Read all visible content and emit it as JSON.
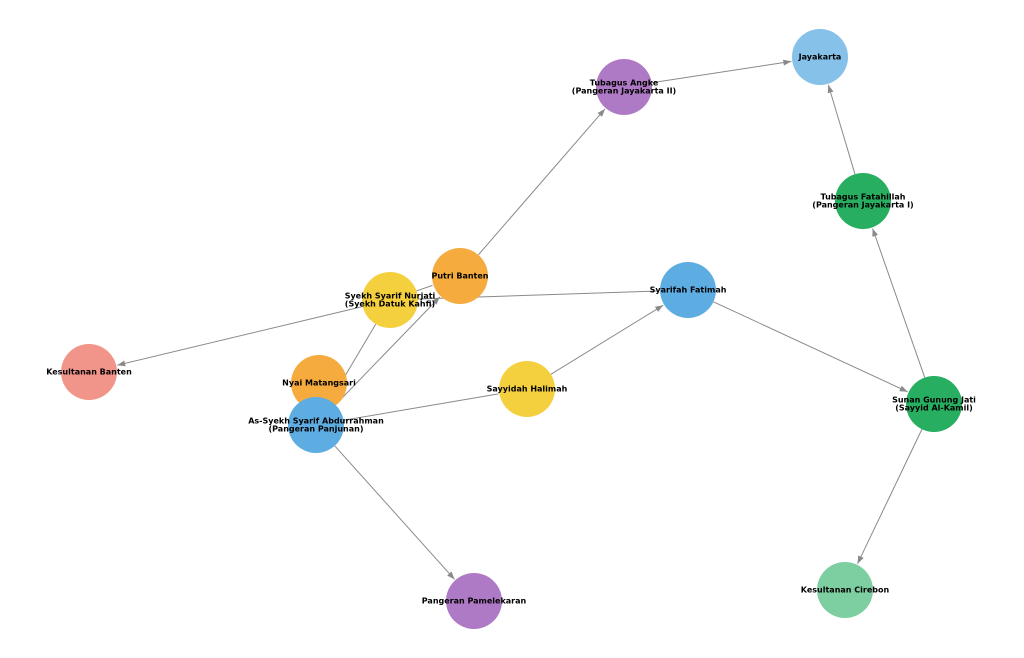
{
  "graph": {
    "nodes": [
      {
        "id": "jayakarta",
        "lines": [
          "Jayakarta"
        ],
        "color": "#85c1e9"
      },
      {
        "id": "tubagus-angke",
        "lines": [
          "Tubagus Angke",
          "(Pangeran Jayakarta II)"
        ],
        "color": "#af7ac5"
      },
      {
        "id": "tubagus-fatahillah",
        "lines": [
          "Tubagus Fatahillah",
          "(Pangeran Jayakarta I)"
        ],
        "color": "#27ae60"
      },
      {
        "id": "putri-banten",
        "lines": [
          "Putri Banten"
        ],
        "color": "#f5ab3e"
      },
      {
        "id": "syekh-syarif-nurjati",
        "lines": [
          "Syekh Syarif Nurjati",
          "(Syekh Datuk Kahfi)"
        ],
        "color": "#f4d03f"
      },
      {
        "id": "syarifah-fatimah",
        "lines": [
          "Syarifah Fatimah"
        ],
        "color": "#5dade2"
      },
      {
        "id": "kesultanan-banten",
        "lines": [
          "Kesultanan Banten"
        ],
        "color": "#f1948a"
      },
      {
        "id": "nyai-matangsari",
        "lines": [
          "Nyai Matangsari"
        ],
        "color": "#f5ab3e"
      },
      {
        "id": "sayyidah-halimah",
        "lines": [
          "Sayyidah Halimah"
        ],
        "color": "#f4d03f"
      },
      {
        "id": "pangeran-panjunan",
        "lines": [
          "As-Syekh Syarif Abdurrahman",
          "(Pangeran Panjunan)"
        ],
        "color": "#5dade2"
      },
      {
        "id": "sunan-gunung-jati",
        "lines": [
          "Sunan Gunung Jati",
          "(Sayyid Al-Kamil)"
        ],
        "color": "#27ae60"
      },
      {
        "id": "pangeran-pamelekaran",
        "lines": [
          "Pangeran Pamelekaran"
        ],
        "color": "#af7ac5"
      },
      {
        "id": "kesultanan-cirebon",
        "lines": [
          "Kesultanan Cirebon"
        ],
        "color": "#7dcea0"
      }
    ],
    "edges": [
      {
        "from": "tubagus-angke",
        "to": "jayakarta",
        "arrow": true
      },
      {
        "from": "tubagus-fatahillah",
        "to": "jayakarta",
        "arrow": true
      },
      {
        "from": "putri-banten",
        "to": "tubagus-angke",
        "arrow": true
      },
      {
        "from": "sunan-gunung-jati",
        "to": "tubagus-fatahillah",
        "arrow": true
      },
      {
        "from": "syekh-syarif-nurjati",
        "to": "kesultanan-banten",
        "arrow": true
      },
      {
        "from": "syekh-syarif-nurjati",
        "to": "syarifah-fatimah",
        "arrow": false
      },
      {
        "from": "syekh-syarif-nurjati",
        "to": "putri-banten",
        "arrow": false
      },
      {
        "from": "syekh-syarif-nurjati",
        "to": "pangeran-panjunan",
        "arrow": false
      },
      {
        "from": "pangeran-panjunan",
        "to": "putri-banten",
        "arrow": true
      },
      {
        "from": "sayyidah-halimah",
        "to": "syarifah-fatimah",
        "arrow": true
      },
      {
        "from": "syarifah-fatimah",
        "to": "sunan-gunung-jati",
        "arrow": true
      },
      {
        "from": "pangeran-panjunan",
        "to": "sayyidah-halimah",
        "arrow": false
      },
      {
        "from": "pangeran-panjunan",
        "to": "pangeran-pamelekaran",
        "arrow": true
      },
      {
        "from": "sunan-gunung-jati",
        "to": "kesultanan-cirebon",
        "arrow": true
      }
    ]
  }
}
